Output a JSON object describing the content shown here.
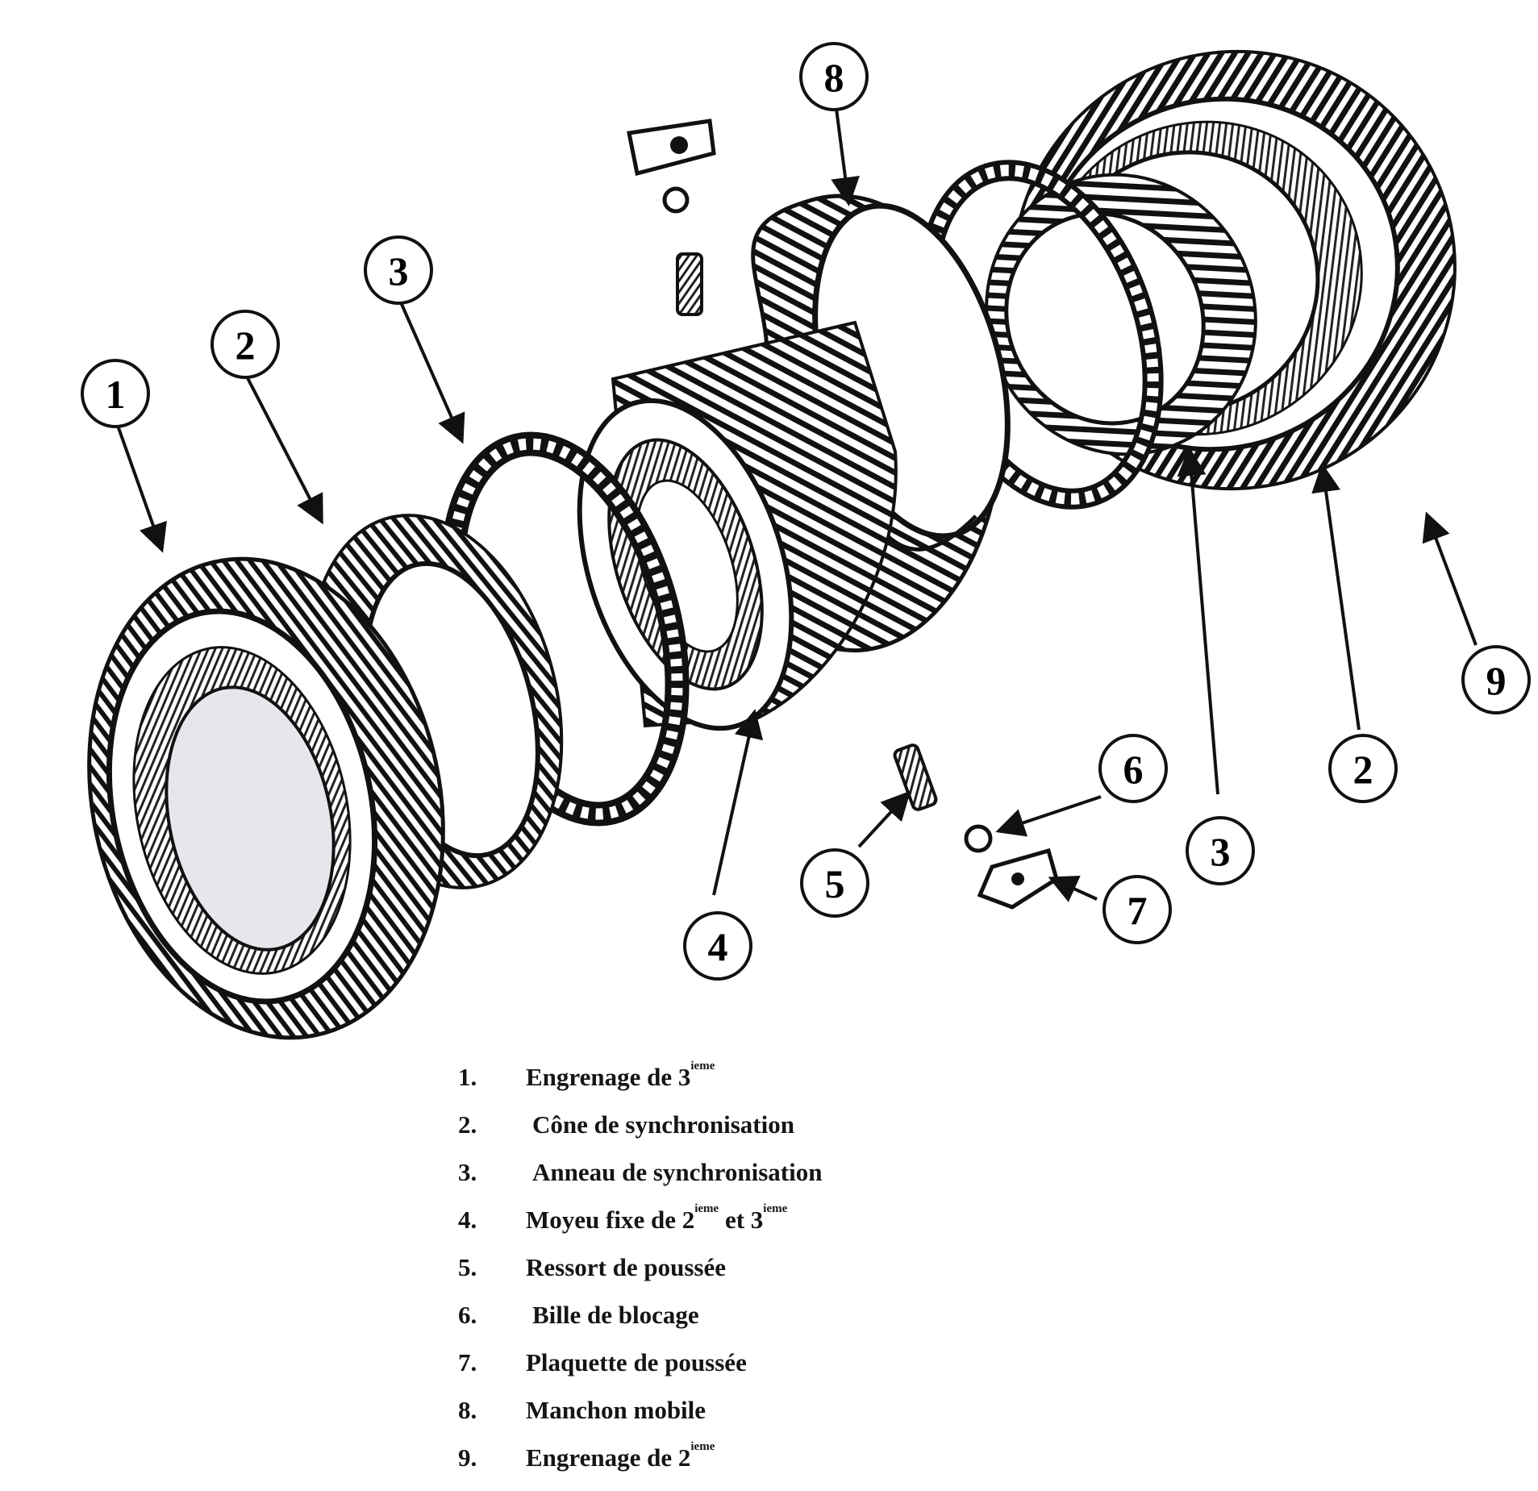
{
  "callouts": [
    {
      "id": "c1",
      "label": "1"
    },
    {
      "id": "c2a",
      "label": "2"
    },
    {
      "id": "c3a",
      "label": "3"
    },
    {
      "id": "c8",
      "label": "8"
    },
    {
      "id": "c9",
      "label": "9"
    },
    {
      "id": "c2b",
      "label": "2"
    },
    {
      "id": "c3b",
      "label": "3"
    },
    {
      "id": "c4",
      "label": "4"
    },
    {
      "id": "c5",
      "label": "5"
    },
    {
      "id": "c6",
      "label": "6"
    },
    {
      "id": "c7",
      "label": "7"
    }
  ],
  "legend": [
    {
      "num": "1.",
      "text": "Engrenage de 3",
      "sup": "ieme",
      "text2": "",
      "sup2": ""
    },
    {
      "num": "2.",
      "text": "Cône de synchronisation",
      "sup": "",
      "text2": "",
      "sup2": ""
    },
    {
      "num": "3.",
      "text": "Anneau de synchronisation",
      "sup": "",
      "text2": "",
      "sup2": ""
    },
    {
      "num": "4.",
      "text": "Moyeu fixe de 2",
      "sup": "ieme",
      "text2": " et 3",
      "sup2": "ieme"
    },
    {
      "num": "5.",
      "text": "Ressort de poussée",
      "sup": "",
      "text2": "",
      "sup2": ""
    },
    {
      "num": "6.",
      "text": "Bille de blocage",
      "sup": "",
      "text2": "",
      "sup2": ""
    },
    {
      "num": "7.",
      "text": "Plaquette de poussée",
      "sup": "",
      "text2": "",
      "sup2": ""
    },
    {
      "num": "8.",
      "text": "Manchon mobile",
      "sup": "",
      "text2": "",
      "sup2": ""
    },
    {
      "num": "9.",
      "text": "Engrenage de 2",
      "sup": "ieme",
      "text2": "",
      "sup2": ""
    }
  ]
}
